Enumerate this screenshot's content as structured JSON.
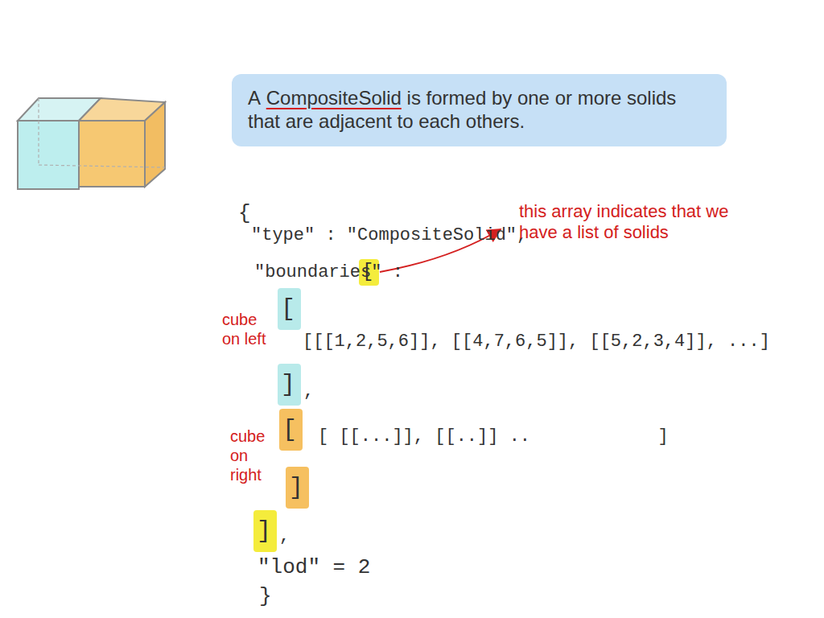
{
  "diagram": {
    "nodes": [
      {
        "text": [
          "A",
          "CompositeSolid",
          "is formed by one or more solids that are adjacent to each others."
        ]
      },
      {
        "text": [
          "["
        ]
      },
      {
        "text": [
          "["
        ]
      },
      {
        "text": [
          "]"
        ]
      },
      {
        "text": [
          "["
        ]
      },
      {
        "text": [
          "]"
        ]
      },
      {
        "text": [
          "]"
        ]
      }
    ],
    "labels": [
      "{",
      "\"type\" : \"CompositeSolid\",",
      "\"boundaries\" :",
      "this array indicates that we have a list of solids",
      "cube on left",
      "[[[1,2,5,6]], [[4,7,6,5]], [[5,2,3,4]], ...]",
      ",",
      "cube on right",
      "[ [[...]], [[..]] ..            ]",
      ",",
      "\"lod\" = 2",
      "}"
    ]
  }
}
